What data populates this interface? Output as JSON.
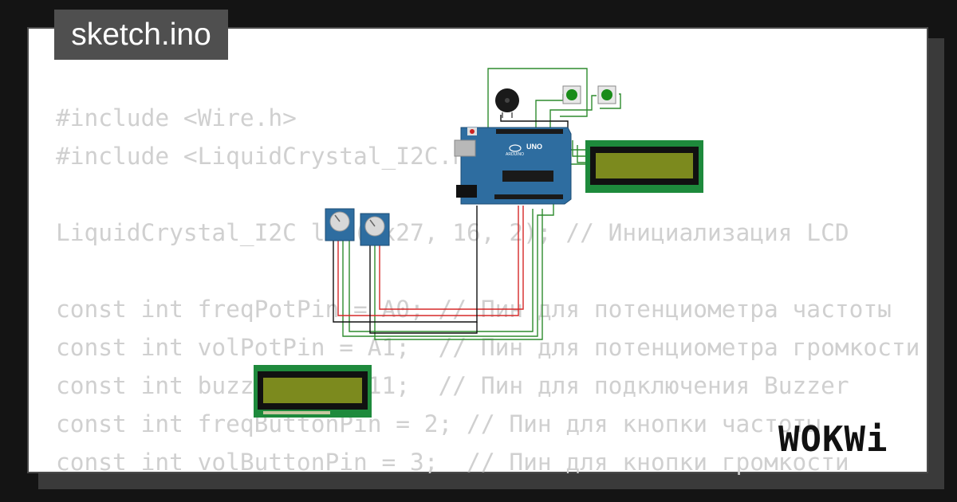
{
  "title": "sketch.ino",
  "code_lines": [
    "#include <Wire.h>",
    "#include <LiquidCrystal_I2C.h>",
    "",
    "LiquidCrystal_I2C lcd(0x27, 16, 2); // Инициализация LCD",
    "",
    "const int freqPotPin = A0; // Пин для потенциометра частоты",
    "const int volPotPin = A1;  // Пин для потенциометра громкости",
    "const int buzzerPin = 11;  // Пин для подключения Buzzer",
    "const int freqButtonPin = 2; // Пин для кнопки частоты",
    "const int volButtonPin = 3;  // Пин для кнопки громкости"
  ],
  "brand": "WOKWi",
  "board": {
    "model": "UNO",
    "maker": "ARDUINO"
  },
  "colors": {
    "background": "#141414",
    "card": "#ffffff",
    "title_tab": "#4f4f4f",
    "code_text": "#d0d0d0",
    "arduino_board": "#2e6da0",
    "lcd_bezel": "#1e8a3c",
    "lcd_screen": "#7c8a1e",
    "wire_green": "#2e8b2e",
    "wire_red": "#d62828",
    "wire_black": "#111111",
    "button_cap": "#1a8c1a"
  }
}
